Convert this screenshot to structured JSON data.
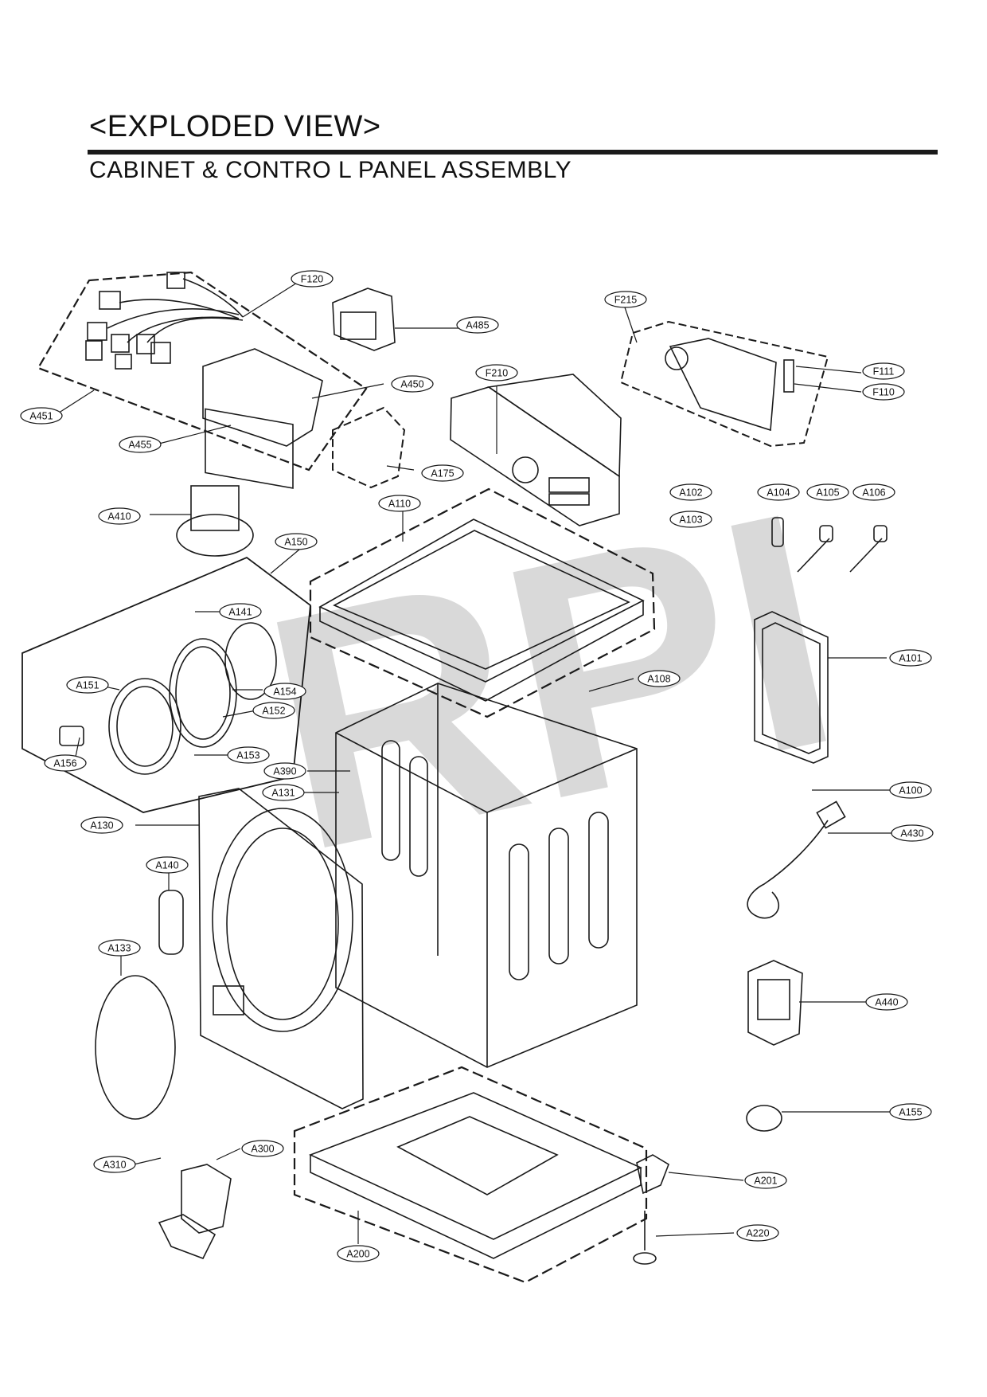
{
  "header": {
    "title": "<EXPLODED VIEW>",
    "subtitle": "CABINET & CONTRO L  PANEL ASSEMBLY"
  },
  "watermark": "RPI",
  "parts": {
    "F120": "F120",
    "A485": "A485",
    "F215": "F215",
    "F111": "F111",
    "F110": "F110",
    "A451": "A451",
    "A450": "A450",
    "F210": "F210",
    "A455": "A455",
    "A175": "A175",
    "A102": "A102",
    "A104": "A104",
    "A105": "A105",
    "A106": "A106",
    "A103": "A103",
    "A410": "A410",
    "A110": "A110",
    "A150": "A150",
    "A141": "A141",
    "A101": "A101",
    "A108": "A108",
    "A151": "A151",
    "A154": "A154",
    "A152": "A152",
    "A156": "A156",
    "A153": "A153",
    "A390": "A390",
    "A131": "A131",
    "A100": "A100",
    "A130": "A130",
    "A430": "A430",
    "A140": "A140",
    "A133": "A133",
    "A440": "A440",
    "A155": "A155",
    "A300": "A300",
    "A310": "A310",
    "A201": "A201",
    "A220": "A220",
    "A200": "A200"
  }
}
